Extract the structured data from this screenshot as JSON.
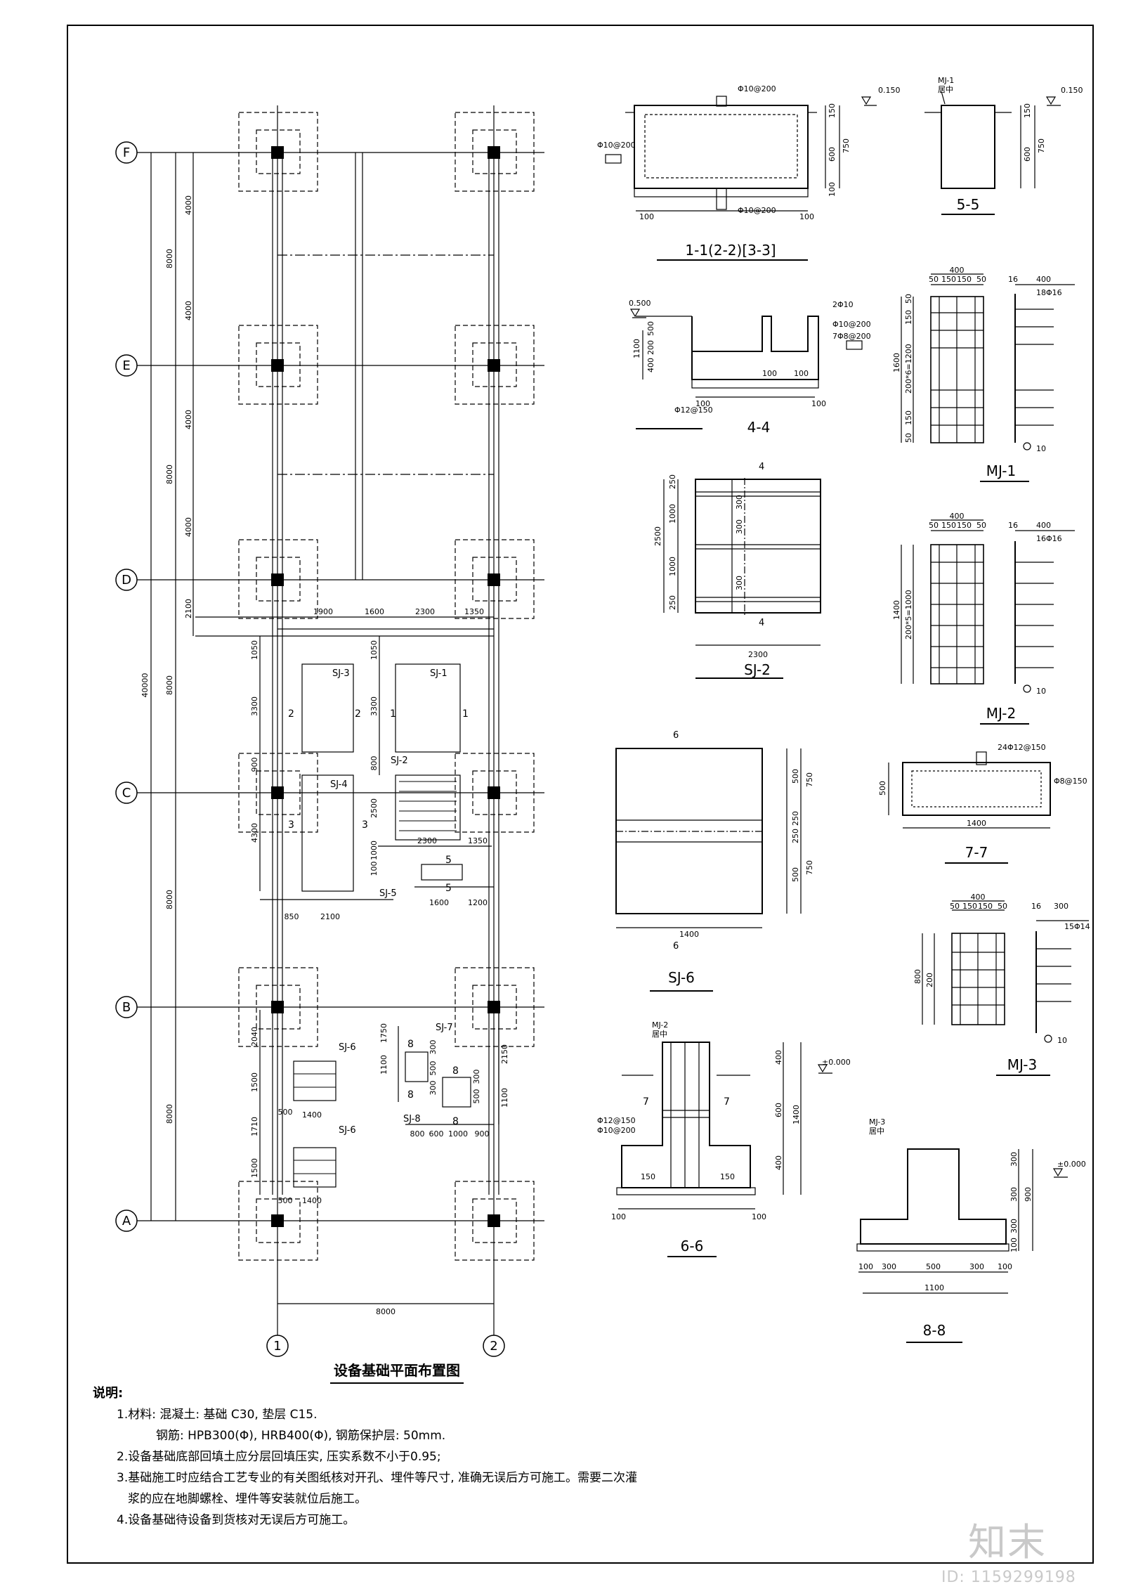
{
  "plan": {
    "title": "设备基础平面布置图",
    "grid_rows": [
      "F",
      "E",
      "D",
      "C",
      "B",
      "A"
    ],
    "grid_cols": [
      "1",
      "2"
    ],
    "row_spacing_total": "40000",
    "row_spacings": [
      "8000",
      "8000",
      "8000",
      "8000",
      "8000"
    ],
    "sub_dims": [
      "4000",
      "4000",
      "4000",
      "4000",
      "2100"
    ],
    "bottom_dim": "8000",
    "dims_lower": [
      "1900",
      "1600",
      "2300",
      "1350",
      "1050",
      "3300",
      "1050",
      "3300",
      "800",
      "900",
      "2500",
      "4300",
      "1000",
      "100",
      "2300",
      "1350",
      "1600",
      "1200",
      "850",
      "2100",
      "1750",
      "2040",
      "1100",
      "1500",
      "1710",
      "1500",
      "500",
      "1400",
      "500",
      "1400",
      "2150",
      "300",
      "500",
      "1100",
      "300",
      "500",
      "300",
      "800",
      "600",
      "1000",
      "900"
    ],
    "foundations": [
      "SJ-1",
      "SJ-2",
      "SJ-3",
      "SJ-4",
      "SJ-5",
      "SJ-6",
      "SJ-6",
      "SJ-7",
      "SJ-8"
    ],
    "section_marks": [
      "1",
      "1",
      "2",
      "2",
      "3",
      "3",
      "5",
      "5",
      "8",
      "8",
      "8",
      "8"
    ]
  },
  "sections": {
    "s11": {
      "title": "1-1(2-2)[3-3]",
      "rebar_top": "Φ10@200",
      "rebar_bot": "Φ10@200",
      "rebar_left": "Φ10@200",
      "elev": "0.150",
      "d1": "150",
      "d2": "600",
      "d3": "750",
      "d4": "100",
      "d5": "100",
      "d6": "100"
    },
    "s55": {
      "title": "5-5",
      "tag": "MJ-1",
      "tag2": "居中",
      "elev": "0.150",
      "d1": "150",
      "d2": "600",
      "d3": "750"
    },
    "s44": {
      "title": "4-4",
      "elev": "0.500",
      "r1": "2Φ10",
      "r2": "Φ10@200",
      "r3": "7Φ8@200",
      "r4": "Φ12@150",
      "d1": "500",
      "d2": "200",
      "d3": "400",
      "d4": "1100",
      "d5": "100",
      "d6": "100",
      "d7": "100",
      "d8": "100"
    },
    "sj2": {
      "title": "SJ-2",
      "mark": "4",
      "w": "2300",
      "h": "2500",
      "d1": "250",
      "d2": "1000",
      "d3": "1000",
      "d4": "250",
      "d5": "300",
      "d6": "300",
      "d7": "300"
    },
    "sj6": {
      "title": "SJ-6",
      "mark": "6",
      "w": "1400",
      "d1": "500",
      "d2": "250",
      "d3": "250",
      "d4": "500",
      "d5": "750",
      "d6": "750"
    },
    "mj1": {
      "title": "MJ-1",
      "w": "400",
      "d1": "50",
      "d2": "150",
      "d3": "150",
      "d4": "50",
      "h": "1600",
      "h2": "200*6=1200",
      "s1": "50",
      "s2": "150",
      "s3": "150",
      "s4": "50",
      "r": "18Φ16",
      "t1": "16",
      "t2": "400",
      "hook": "10"
    },
    "mj2": {
      "title": "MJ-2",
      "w": "400",
      "d1": "50",
      "d2": "150",
      "d3": "150",
      "d4": "50",
      "h": "1400",
      "h2": "200*5=1000",
      "r": "16Φ16",
      "t1": "16",
      "t2": "400",
      "hook": "10"
    },
    "s77": {
      "title": "7-7",
      "r1": "24Φ12@150",
      "r2": "Φ8@150",
      "h": "500",
      "w": "1400"
    },
    "mj3": {
      "title": "MJ-3",
      "w": "400",
      "d1": "50",
      "d2": "150",
      "d3": "150",
      "d4": "50",
      "h": "800",
      "h2": "200",
      "r": "15Φ14",
      "t1": "16",
      "t2": "300",
      "hook": "10"
    },
    "s66": {
      "title": "6-6",
      "tag": "MJ-2",
      "tag2": "居中",
      "elev": "±0.000",
      "r1": "Φ12@150",
      "r2": "Φ10@200",
      "d1": "400",
      "d2": "600",
      "d3": "400",
      "d4": "1400",
      "d5": "100",
      "d6": "100",
      "d7": "150",
      "d8": "150",
      "mark": "7"
    },
    "s88": {
      "title": "8-8",
      "tag": "MJ-3",
      "tag2": "居中",
      "elev": "±0.000",
      "d1": "300",
      "d2": "300",
      "d3": "300",
      "d4": "900",
      "d5": "100",
      "d6": "100",
      "b1": "100",
      "b2": "300",
      "b3": "500",
      "b4": "300",
      "b5": "100",
      "w": "1100"
    }
  },
  "notes": {
    "heading": "说明:",
    "l1": "1.材料: 混凝土: 基础 C30, 垫层 C15.",
    "l1b": "钢筋: HPB300(Φ), HRB400(Φ), 钢筋保护层: 50mm.",
    "l2": "2.设备基础底部回填土应分层回填压实, 压实系数不小于0.95;",
    "l3": "3.基础施工时应结合工艺专业的有关图纸核对开孔、埋件等尺寸, 准确无误后方可施工。需要二次灌",
    "l3b": "浆的应在地脚螺栓、埋件等安装就位后施工。",
    "l4": "4.设备基础待设备到货核对无误后方可施工。"
  },
  "watermark": {
    "brand": "知末",
    "id": "ID: 1159299198"
  }
}
